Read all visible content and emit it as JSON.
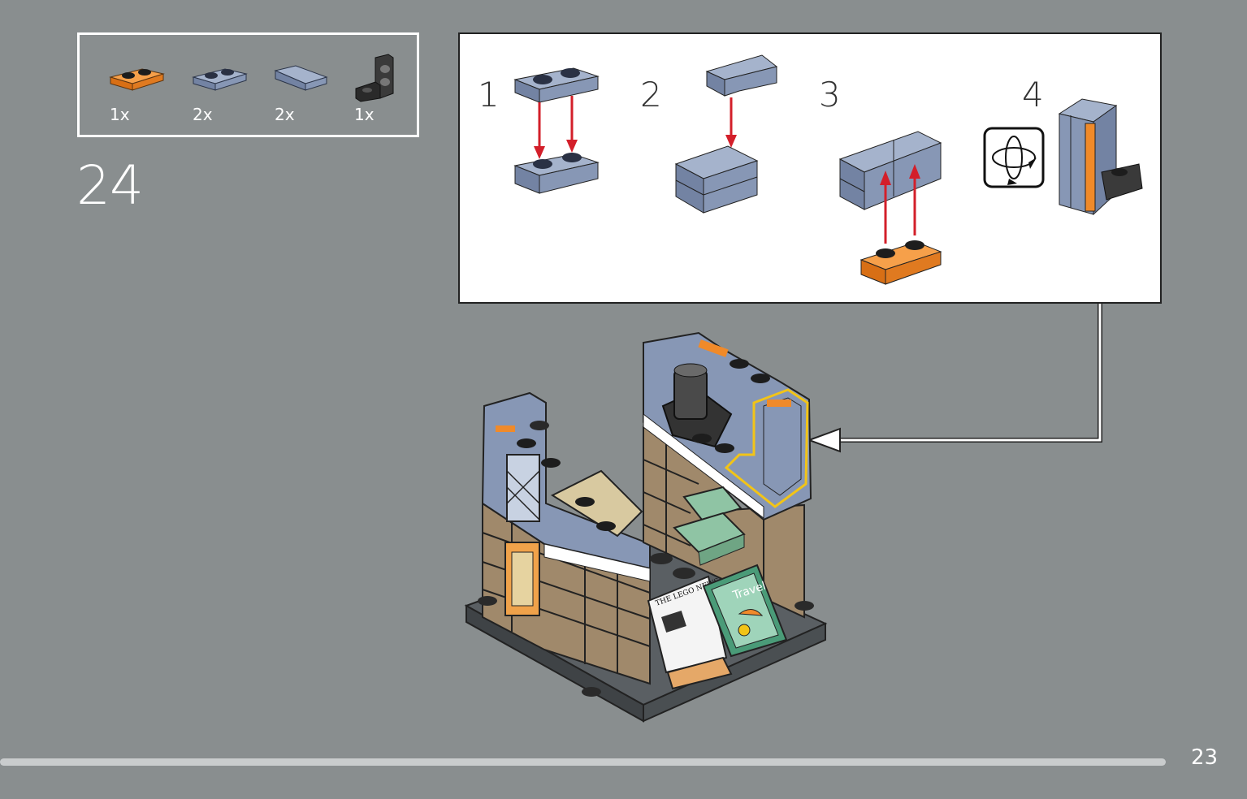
{
  "parts": [
    {
      "qty": "1x",
      "icon": "orange-plate-1x2-icon",
      "color": "#f08a2a"
    },
    {
      "qty": "2x",
      "icon": "sand-blue-plate-1x2-icon",
      "color": "#8797b5"
    },
    {
      "qty": "2x",
      "icon": "sand-blue-slope-icon",
      "color": "#8797b5"
    },
    {
      "qty": "1x",
      "icon": "black-bracket-icon",
      "color": "#3a3a3a"
    }
  ],
  "step": {
    "number": "24"
  },
  "substeps": [
    "1",
    "2",
    "3",
    "4"
  ],
  "page": {
    "number": "23",
    "progress": 0.935
  },
  "colors": {
    "background": "#898e8f",
    "sand_blue": "#8797b5",
    "orange": "#f08a2a",
    "arrow_red": "#d31f2a",
    "tan": "#a0896b",
    "highlight_yellow": "#f2c417"
  },
  "magazine": {
    "title": "Travel"
  },
  "newspaper": {
    "title": "THE LEGO NEWS"
  }
}
